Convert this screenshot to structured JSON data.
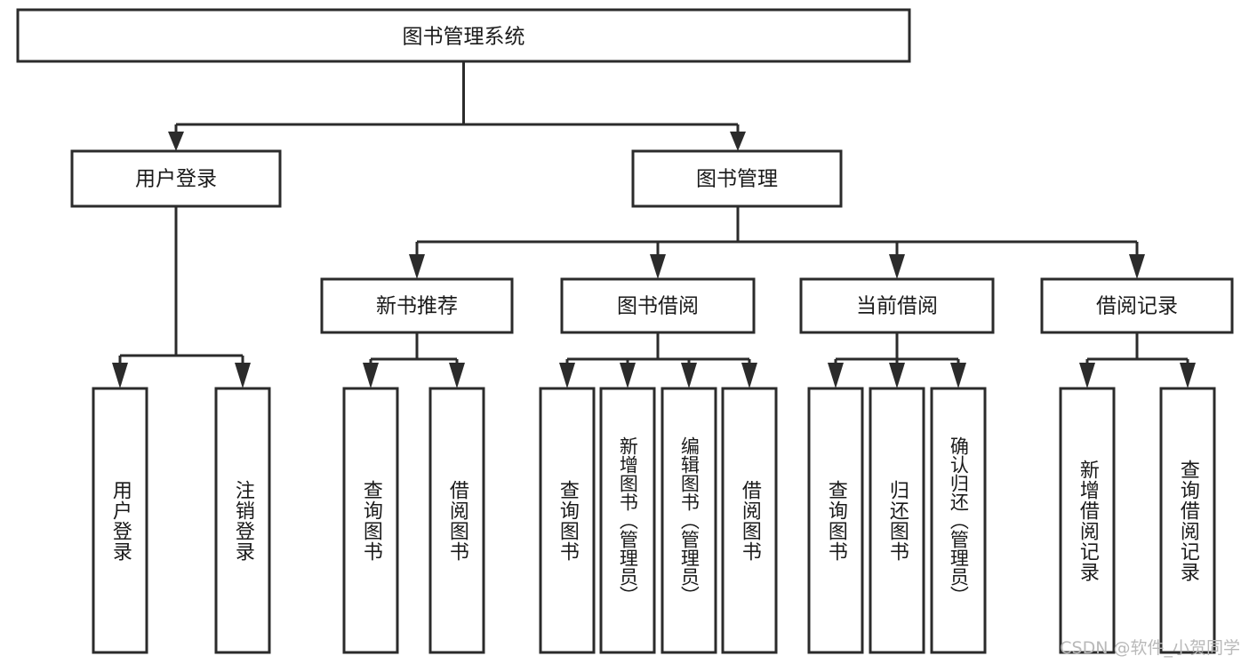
{
  "diagram": {
    "type": "tree",
    "title": "图书管理系统",
    "orientation": "top-down",
    "stroke_color": "#2b2b2b",
    "fill_color": "#ffffff",
    "text_color": "#1a1a1a"
  },
  "nodes": {
    "root": {
      "label": "图书管理系统"
    },
    "level2": [
      {
        "id": "user-login",
        "label": "用户登录"
      },
      {
        "id": "book-manage",
        "label": "图书管理"
      }
    ],
    "level3": [
      {
        "id": "new-book-rec",
        "label": "新书推荐"
      },
      {
        "id": "book-borrow",
        "label": "图书借阅"
      },
      {
        "id": "current-borrow",
        "label": "当前借阅"
      },
      {
        "id": "borrow-record",
        "label": "借阅记录"
      }
    ],
    "leaves": {
      "user-login": [
        {
          "id": "leaf-user-login",
          "label": "用户登录"
        },
        {
          "id": "leaf-user-logout",
          "label": "注销登录"
        }
      ],
      "new-book-rec": [
        {
          "id": "leaf-query-book-1",
          "label": "查询图书"
        },
        {
          "id": "leaf-borrow-book-1",
          "label": "借阅图书"
        }
      ],
      "book-borrow": [
        {
          "id": "leaf-query-book-2",
          "label": "查询图书"
        },
        {
          "id": "leaf-add-book",
          "label": "新增图书（管理员）"
        },
        {
          "id": "leaf-edit-book",
          "label": "编辑图书（管理员）"
        },
        {
          "id": "leaf-borrow-book-2",
          "label": "借阅图书"
        }
      ],
      "current-borrow": [
        {
          "id": "leaf-query-book-3",
          "label": "查询图书"
        },
        {
          "id": "leaf-return-book",
          "label": "归还图书"
        },
        {
          "id": "leaf-confirm-return",
          "label": "确认归还（管理员）"
        }
      ],
      "borrow-record": [
        {
          "id": "leaf-add-record",
          "label": "新增借阅记录"
        },
        {
          "id": "leaf-query-record",
          "label": "查询借阅记录"
        }
      ]
    }
  },
  "watermark": {
    "text": "CSDN @软件_小贺同学"
  }
}
